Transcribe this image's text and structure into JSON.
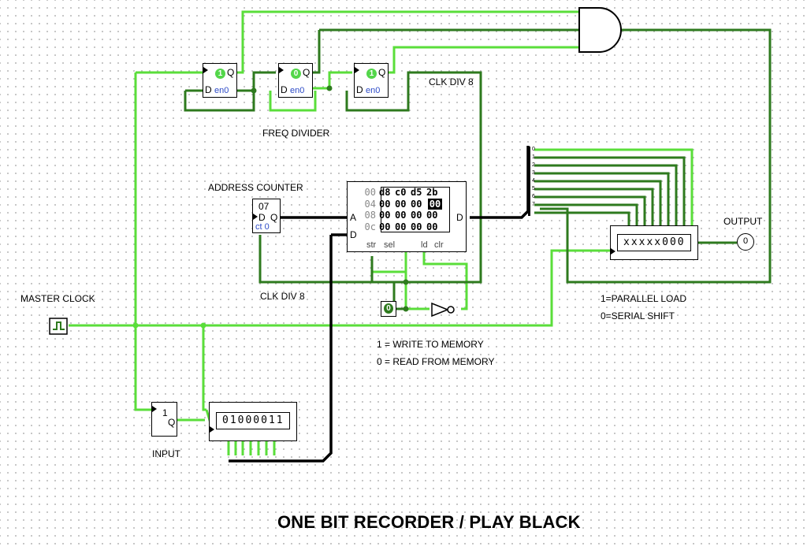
{
  "title": "ONE BIT RECORDER / PLAY BLACK",
  "labels": {
    "freq_divider": "FREQ DIVIDER",
    "clk_div_top": "CLK DIV 8",
    "address_counter": "ADDRESS COUNTER",
    "clk_div_bottom": "CLK DIV 8",
    "master_clock": "MASTER CLOCK",
    "input": "INPUT",
    "output": "OUTPUT",
    "parallel_load": "1=PARALLEL LOAD",
    "serial_shift": "0=SERIAL SHIFT",
    "write_mem": "1 = WRITE TO MEMORY",
    "read_mem": "0 = READ FROM MEMORY"
  },
  "flipflops": [
    {
      "state": "1",
      "d": "D",
      "q": "Q",
      "en": "en0"
    },
    {
      "state": "0",
      "d": "D",
      "q": "Q",
      "en": "en0"
    },
    {
      "state": "1",
      "d": "D",
      "q": "Q",
      "en": "en0"
    }
  ],
  "counter": {
    "value": "07",
    "d": "D",
    "q": "Q",
    "ct": "ct 0"
  },
  "ram": {
    "rows": [
      {
        "addr": "00",
        "cells": [
          "d8",
          "c0",
          "d5",
          "2b"
        ]
      },
      {
        "addr": "04",
        "cells": [
          "00",
          "00",
          "00",
          "00"
        ]
      },
      {
        "addr": "08",
        "cells": [
          "00",
          "00",
          "00",
          "00"
        ]
      },
      {
        "addr": "0c",
        "cells": [
          "00",
          "00",
          "00",
          "00"
        ]
      }
    ],
    "selected": "04:3",
    "pin_a": "A",
    "pin_d_in": "D",
    "pin_d_out": "D",
    "pin_str": "str",
    "pin_sel": "sel",
    "pin_ld": "ld",
    "pin_clr": "clr"
  },
  "input_shift": {
    "value": "01000011"
  },
  "output_shift": {
    "value": "xxxxx000"
  },
  "input_ff": {
    "value": "1",
    "q": "Q"
  },
  "mode_pin": {
    "value": "0"
  },
  "output_led": {
    "value": "0"
  },
  "splitter_bits": [
    "0",
    "1",
    "2",
    "3",
    "4",
    "5",
    "6",
    "7"
  ],
  "colors": {
    "wire_bright": "#5ade3a",
    "wire_dark": "#2e7a1e",
    "wire_bus": "#000000"
  }
}
